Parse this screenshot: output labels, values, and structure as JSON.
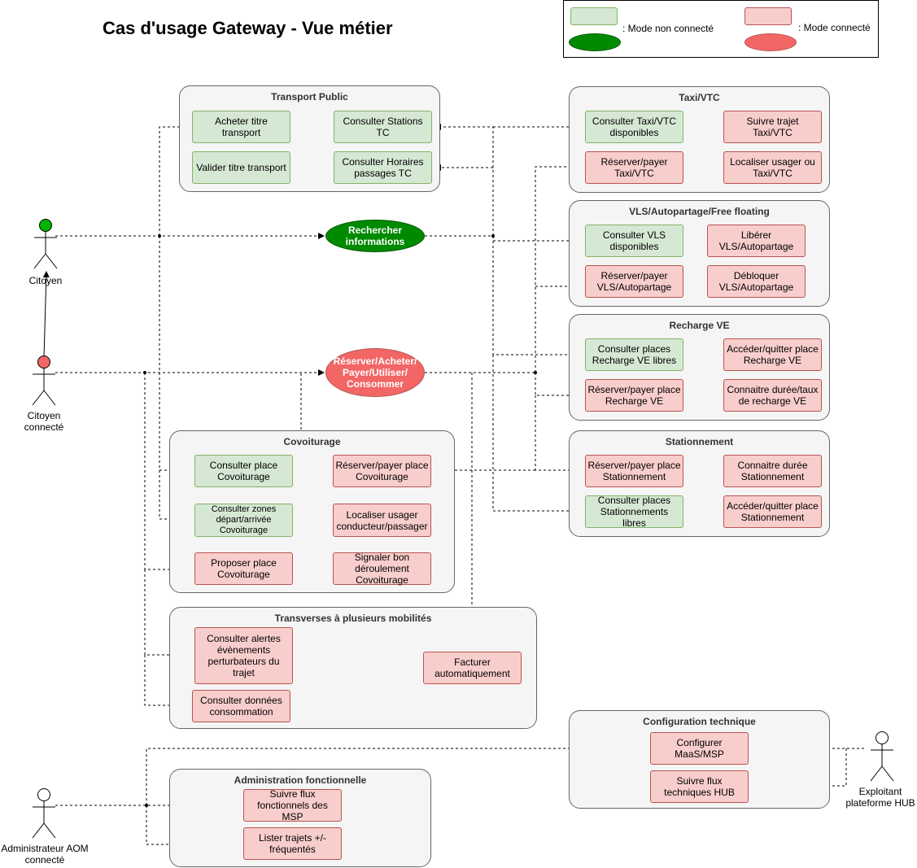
{
  "title": "Cas d'usage Gateway - Vue métier",
  "legend": {
    "offline_label": ": Mode non connecté",
    "online_label": ": Mode connecté"
  },
  "colors": {
    "green_fill": "#d5e8d4",
    "green_border": "#82b366",
    "red_fill": "#f8cecc",
    "red_border": "#b85450",
    "group_fill": "#f5f5f5",
    "ellipse_green": "#008a00",
    "ellipse_red": "#f26666"
  },
  "actors": {
    "citoyen": "Citoyen",
    "citoyen_connecte": "Citoyen\nconnecté",
    "admin": "Administrateur AOM\nconnecté",
    "exploitant": "Exploitant\nplateforme HUB"
  },
  "central": {
    "rechercher": "Rechercher informations",
    "reserver": "Réserver/Acheter/ Payer/Utiliser/ Consommer"
  },
  "groups": {
    "transport_public": {
      "title": "Transport Public",
      "acheter": "Acheter titre transport",
      "valider": "Valider titre transport",
      "stations": "Consulter Stations TC",
      "horaires": "Consulter Horaires passages TC"
    },
    "taxi": {
      "title": "Taxi/VTC",
      "consulter": "Consulter Taxi/VTC disponibles",
      "suivre": "Suivre trajet Taxi/VTC",
      "reserver": "Réserver/payer Taxi/VTC",
      "localiser": "Localiser usager ou Taxi/VTC"
    },
    "vls": {
      "title": "VLS/Autopartage/Free floating",
      "consulter": "Consulter VLS disponibles",
      "liberer": "Libérer VLS/Autopartage",
      "reserver": "Réserver/payer VLS/Autopartage",
      "debloquer": "Débloquer VLS/Autopartage"
    },
    "recharge": {
      "title": "Recharge VE",
      "consulter": "Consulter places Recharge VE libres",
      "acceder": "Accéder/quitter place Recharge VE",
      "reserver": "Réserver/payer place Recharge VE",
      "connaitre": "Connaitre durée/taux de recharge VE"
    },
    "covoiturage": {
      "title": "Covoiturage",
      "consulter_place": "Consulter place Covoiturage",
      "reserver": "Réserver/payer place Covoiturage",
      "zones": "Consulter zones départ/arrivée Covoiturage",
      "localiser": "Localiser usager conducteur/passager",
      "proposer": "Proposer place Covoiturage",
      "signaler": "Signaler bon déroulement Covoiturage"
    },
    "stationnement": {
      "title": "Stationnement",
      "reserver": "Réserver/payer place Stationnement",
      "connaitre": "Connaitre durée Stationnement",
      "consulter": "Consulter places Stationnements libres",
      "acceder": "Accéder/quitter place Stationnement"
    },
    "transverses": {
      "title": "Transverses à plusieurs mobilités",
      "alertes": "Consulter alertes évènements perturbateurs du trajet",
      "facturer": "Facturer automatiquement",
      "consommation": "Consulter données consommation"
    },
    "config": {
      "title": "Configuration technique",
      "configurer": "Configurer MaaS/MSP",
      "suivre": "Suivre flux techniques HUB"
    },
    "admin": {
      "title": "Administration fonctionnelle",
      "suivre": "Suivre flux fonctionnels des MSP",
      "lister": "Lister trajets +/- fréquentés"
    }
  }
}
